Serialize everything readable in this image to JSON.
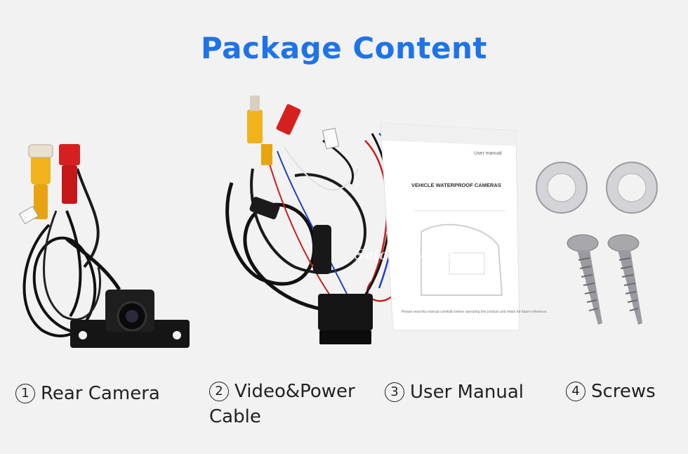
{
  "title": "Package Content",
  "watermark": "Seicane.com",
  "manual": {
    "header": "User manual",
    "heading": "VEHICLE WATERPROOF CAMERAS",
    "note": "Please read this manual carefully before operating this product and retain for future reference."
  },
  "items": [
    {
      "number": "1",
      "label": "Rear Camera"
    },
    {
      "number": "2",
      "label": "Video&Power",
      "label2": "Cable"
    },
    {
      "number": "3",
      "label": "User Manual"
    },
    {
      "number": "4",
      "label": "Screws"
    }
  ],
  "colors": {
    "title": "#1f73e8",
    "background": "#f2f2f2",
    "caption": "#222222"
  }
}
